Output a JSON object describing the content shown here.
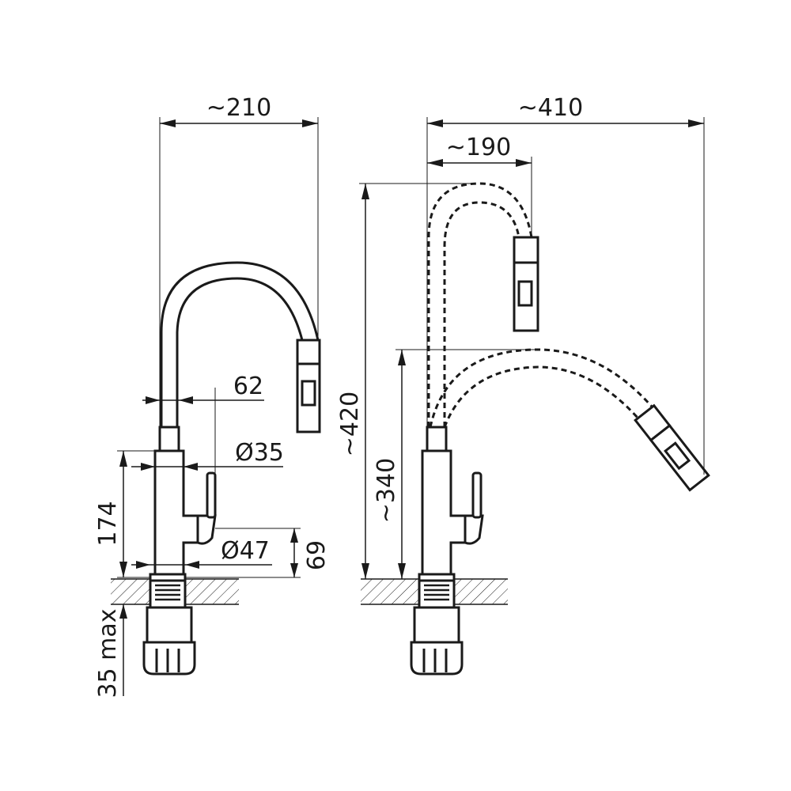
{
  "diagram": {
    "dimensions": {
      "side_reach": "~210",
      "spout_diameter_offset": "62",
      "body_diameter": "Ø35",
      "base_diameter": "Ø47",
      "body_height": "174",
      "lever_height": "69",
      "counter_thickness": "35 max",
      "pull_reach": "~410",
      "pull_reach_inner": "~190",
      "total_height": "~420",
      "pulled_height": "~340"
    },
    "views": [
      "side-view",
      "pulled-out-view"
    ]
  }
}
